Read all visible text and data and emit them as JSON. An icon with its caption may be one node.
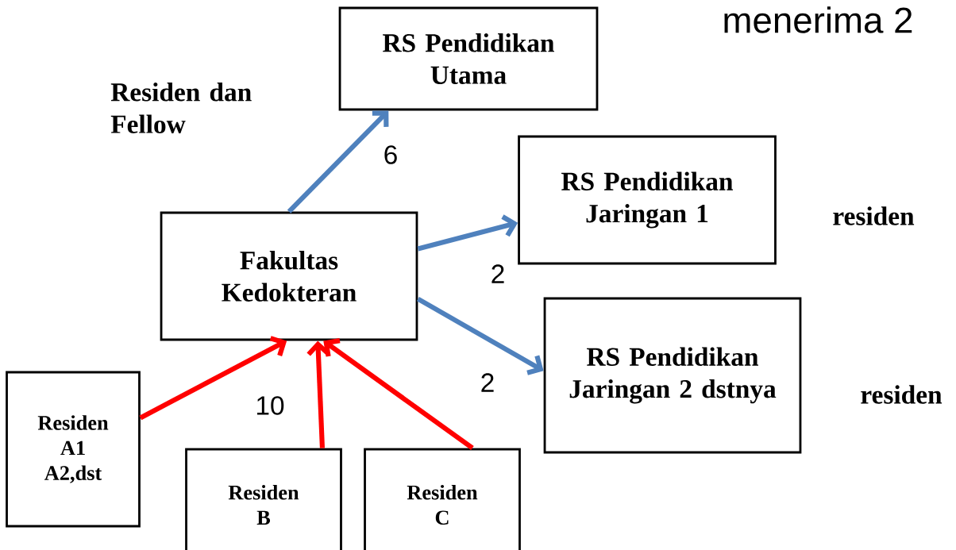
{
  "diagram": {
    "nodes": [
      {
        "text": [
          "RS Pendidikan Utama"
        ]
      },
      {
        "text": [
          "Fakultas Kedokteran"
        ]
      },
      {
        "text": [
          "RS Pendidikan Jaringan 1"
        ]
      },
      {
        "text": [
          "RS Pendidikan Jaringan 2 dstnya"
        ]
      },
      {
        "text": [
          "Residen A1 A2,dst"
        ]
      },
      {
        "text": [
          "Residen B"
        ]
      },
      {
        "text": [
          "Residen C"
        ]
      }
    ],
    "edges": [
      {
        "from": 1,
        "to": 0,
        "arrow": "to",
        "label": "6",
        "color": "#4f81bd"
      },
      {
        "from": 1,
        "to": 2,
        "arrow": "to",
        "label": "2",
        "color": "#4f81bd"
      },
      {
        "from": 1,
        "to": 3,
        "arrow": "to",
        "label": "2",
        "color": "#4f81bd"
      },
      {
        "from": 4,
        "to": 1,
        "arrow": "to",
        "color": "#ff0000"
      },
      {
        "from": 5,
        "to": 1,
        "arrow": "to",
        "color": "#ff0000"
      },
      {
        "from": 6,
        "to": 1,
        "arrow": "to",
        "color": "#ff0000"
      }
    ],
    "labels": [
      "menerima 2",
      "Residen dan Fellow",
      "10",
      "residen",
      "residen"
    ]
  }
}
